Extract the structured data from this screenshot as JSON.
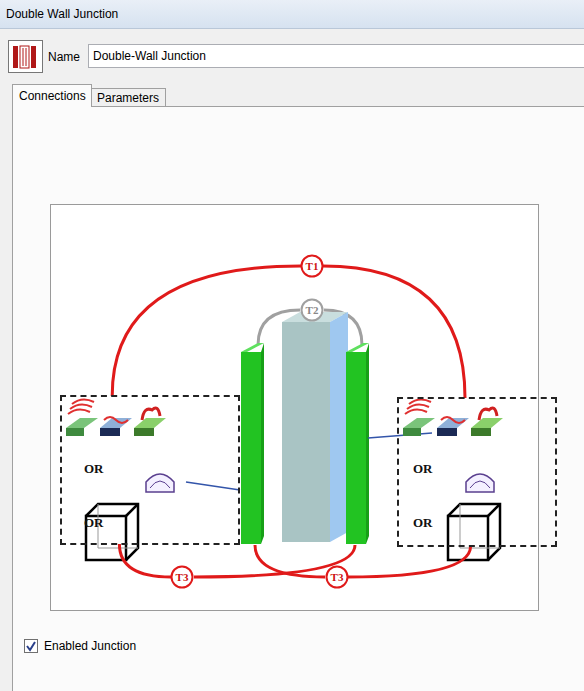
{
  "diagram": {
    "title": "Double Wall Junction",
    "nodes": [
      {
        "text": [
          "Double-Wall Junction"
        ]
      },
      {
        "text": [
          "Connections"
        ]
      },
      {
        "text": [
          "Parameters"
        ]
      },
      {
        "text": [
          "T1"
        ]
      },
      {
        "text": [
          "T2"
        ]
      },
      {
        "text": [
          "OR",
          "OR"
        ]
      },
      {
        "text": [
          "OR",
          "OR"
        ]
      },
      {
        "text": [
          "T3"
        ]
      },
      {
        "text": [
          "T3"
        ]
      }
    ],
    "edges": [
      {
        "from": 5,
        "to": 3,
        "arrow": "none"
      },
      {
        "from": 3,
        "to": 6,
        "arrow": "none"
      },
      {
        "from": 5,
        "to": 7,
        "arrow": "none"
      },
      {
        "from": 8,
        "to": 6,
        "arrow": "none"
      }
    ],
    "labels": [
      "Name",
      "Enabled Junction"
    ]
  }
}
